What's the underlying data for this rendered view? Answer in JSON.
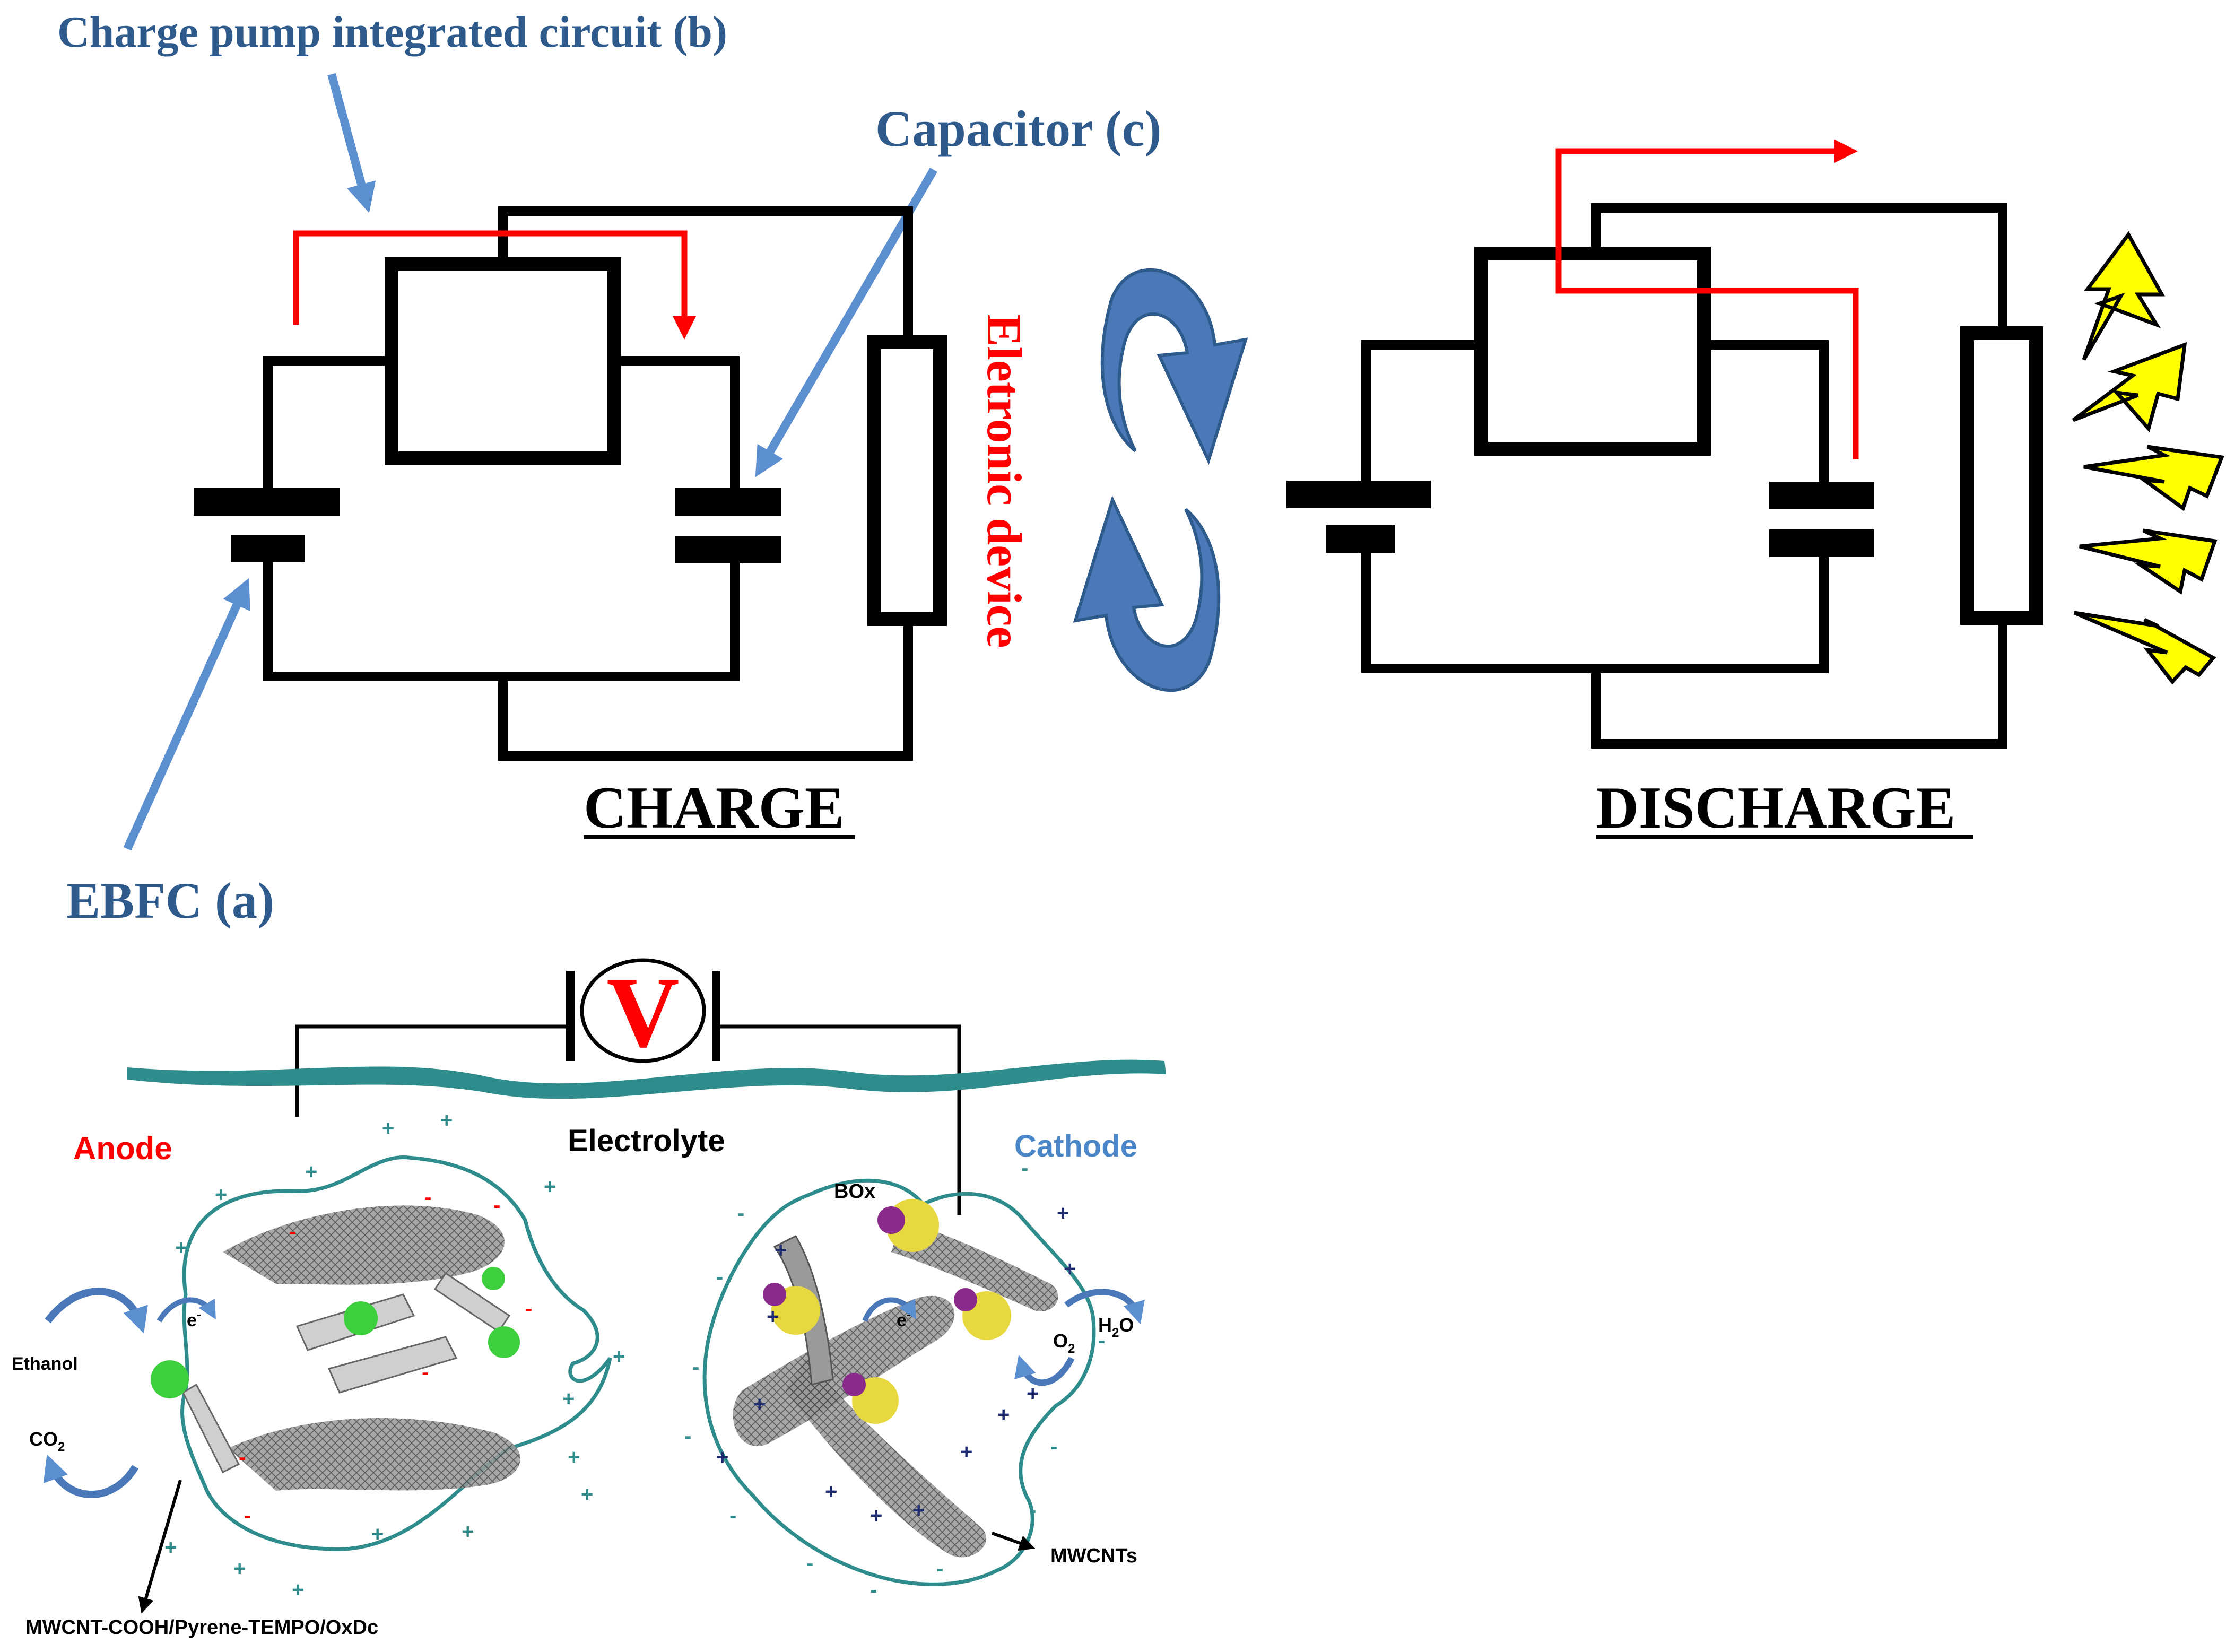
{
  "labels": {
    "charge_pump": "Charge pump integrated circuit (b)",
    "capacitor": "Capacitor (c)",
    "electronic_device": "Eletronic device",
    "ebfc": "EBFC (a)",
    "charge": "CHARGE",
    "discharge": "DISCHARGE",
    "voltmeter": "V",
    "electrolyte": "Electrolyte",
    "anode": "Anode",
    "cathode": "Cathode",
    "ethanol": "Ethanol",
    "co2": "CO",
    "co2_sub": "2",
    "electron": "e",
    "electron_sup": "-",
    "box": "BOx",
    "o2": "O",
    "o2_sub": "2",
    "h2o_h": "H",
    "h2o_sub": "2",
    "h2o_o": "O",
    "mwcnts": "MWCNTs",
    "anode_material": "MWCNT-COOH/Pyrene-TEMPO/OxDc"
  },
  "colors": {
    "blue_label": "#2E5A8C",
    "pointer": "#5B8FD0",
    "red": "#FF0000",
    "cycle_arrow": "#4A78B8",
    "electrolyte": "#2F8C8C",
    "lightning": "#FFFF00",
    "cathode_label": "#4A86C8"
  },
  "icons": {
    "cycle": "circular-arrows-icon",
    "lightning": "lightning-bolt-icon",
    "voltmeter": "voltmeter-icon"
  }
}
